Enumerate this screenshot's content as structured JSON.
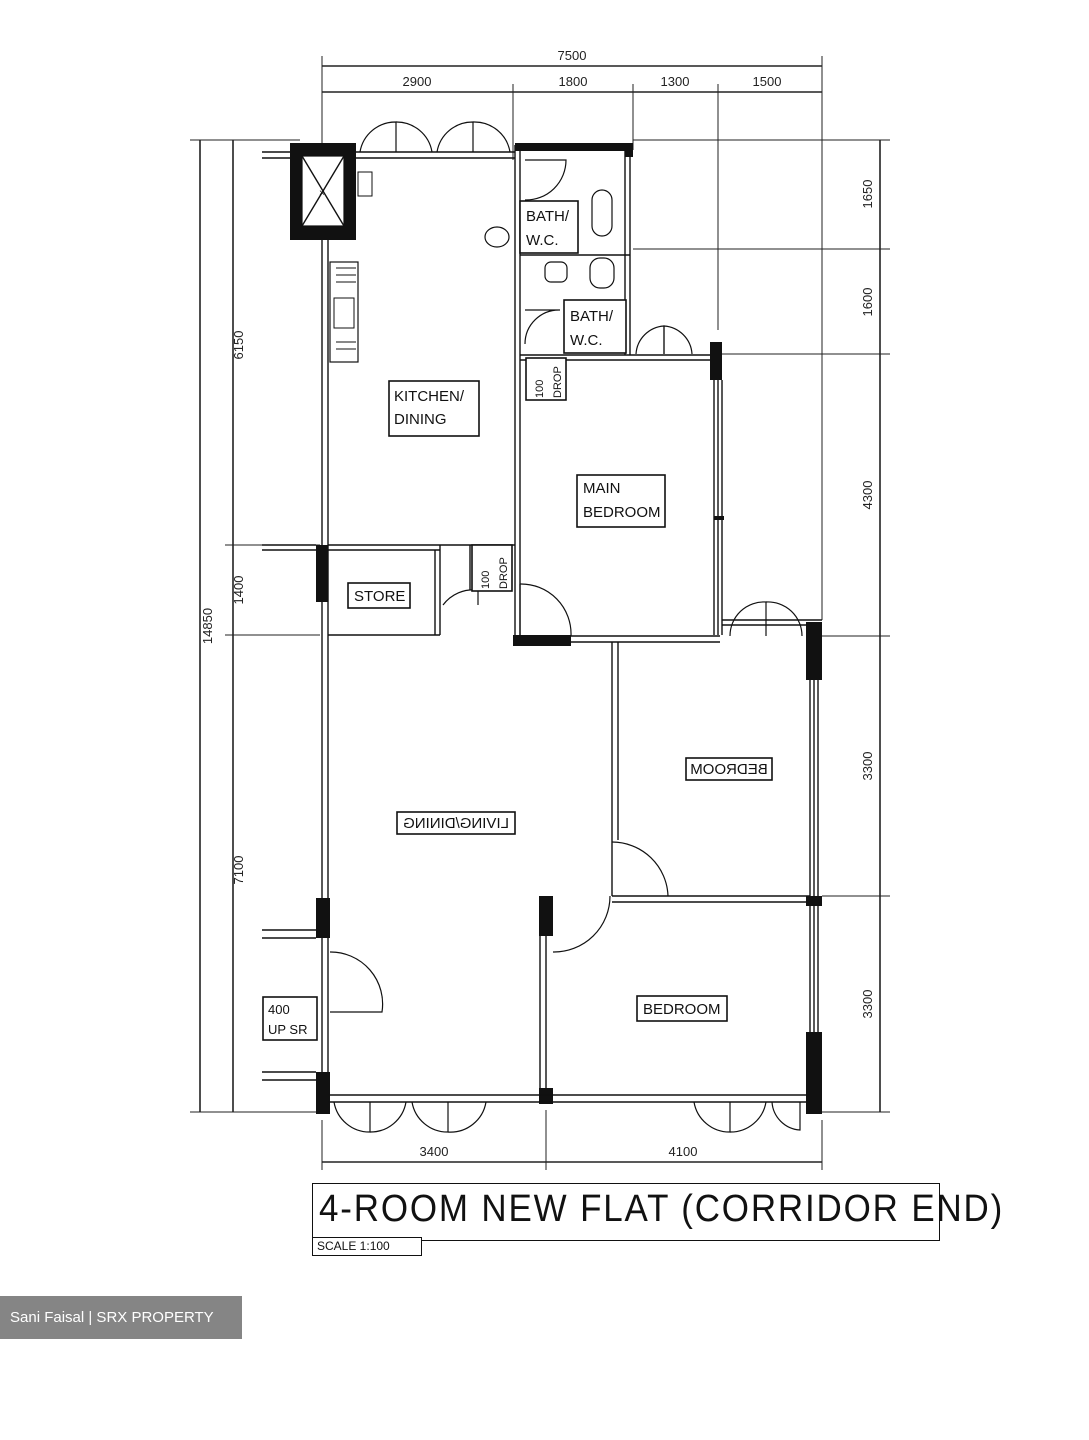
{
  "plan": {
    "title": "4-ROOM NEW FLAT (CORRIDOR END)",
    "scale": "SCALE  1:100",
    "rooms": {
      "kitchen_line1": "KITCHEN/",
      "kitchen_line2": "DINING",
      "main_bedroom_line1": "MAIN",
      "main_bedroom_line2": "BEDROOM",
      "bath1_line1": "BATH/",
      "bath1_line2": "W.C.",
      "bath2_line1": "BATH/",
      "bath2_line2": "W.C.",
      "store": "STORE",
      "bedroom": "BEDROOM",
      "bedroom2_mirrored": "BEDROOM",
      "living_mirrored": "LIVING/DINING",
      "drop1_a": "100",
      "drop1_b": "DROP",
      "drop2_a": "100",
      "drop2_b": "DROP",
      "up_a": "400",
      "up_b": "UP SR"
    },
    "dimensions": {
      "top_total": "7500",
      "top_1": "2900",
      "top_2": "1800",
      "top_3": "1300",
      "top_4": "1500",
      "bottom_1": "3400",
      "bottom_2": "4100",
      "left_total": "14850",
      "left_1": "6150",
      "left_2": "1400",
      "left_3": "7100",
      "right_1": "1650",
      "right_2": "1600",
      "right_3": "4300",
      "right_4": "3300",
      "right_5": "3300"
    }
  },
  "credit": "Sani Faisal | SRX PROPERTY"
}
